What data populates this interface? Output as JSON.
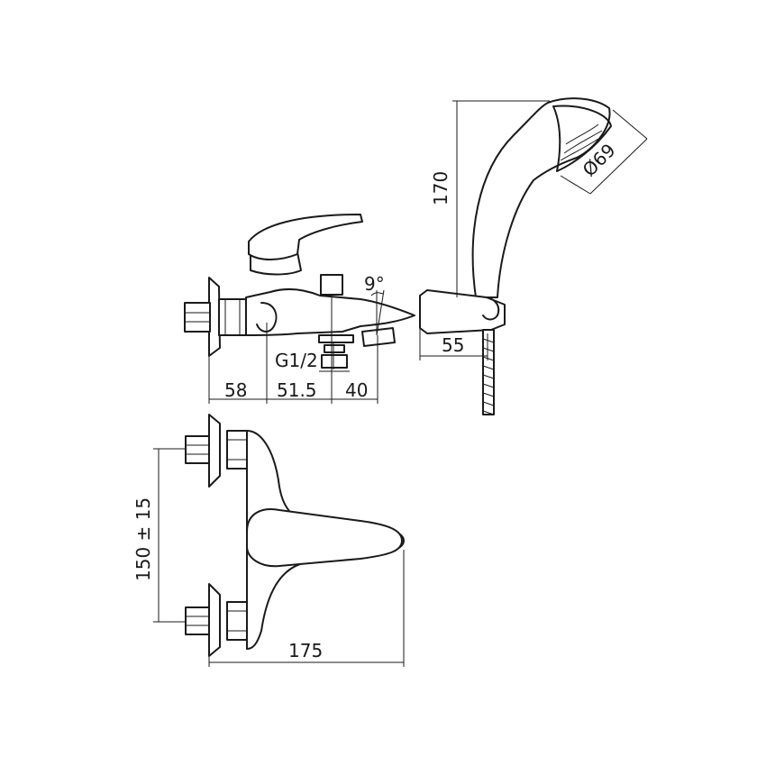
{
  "dimensions": {
    "wall_offset": "58",
    "spout_base": "51.5",
    "spout_tip": "40",
    "thread": "G1/2",
    "spout_angle": "9°",
    "holder_depth": "55",
    "handset_height": "170",
    "head_diameter": "Ø69",
    "inlet_spacing": "150 ± 15",
    "body_length": "175"
  }
}
